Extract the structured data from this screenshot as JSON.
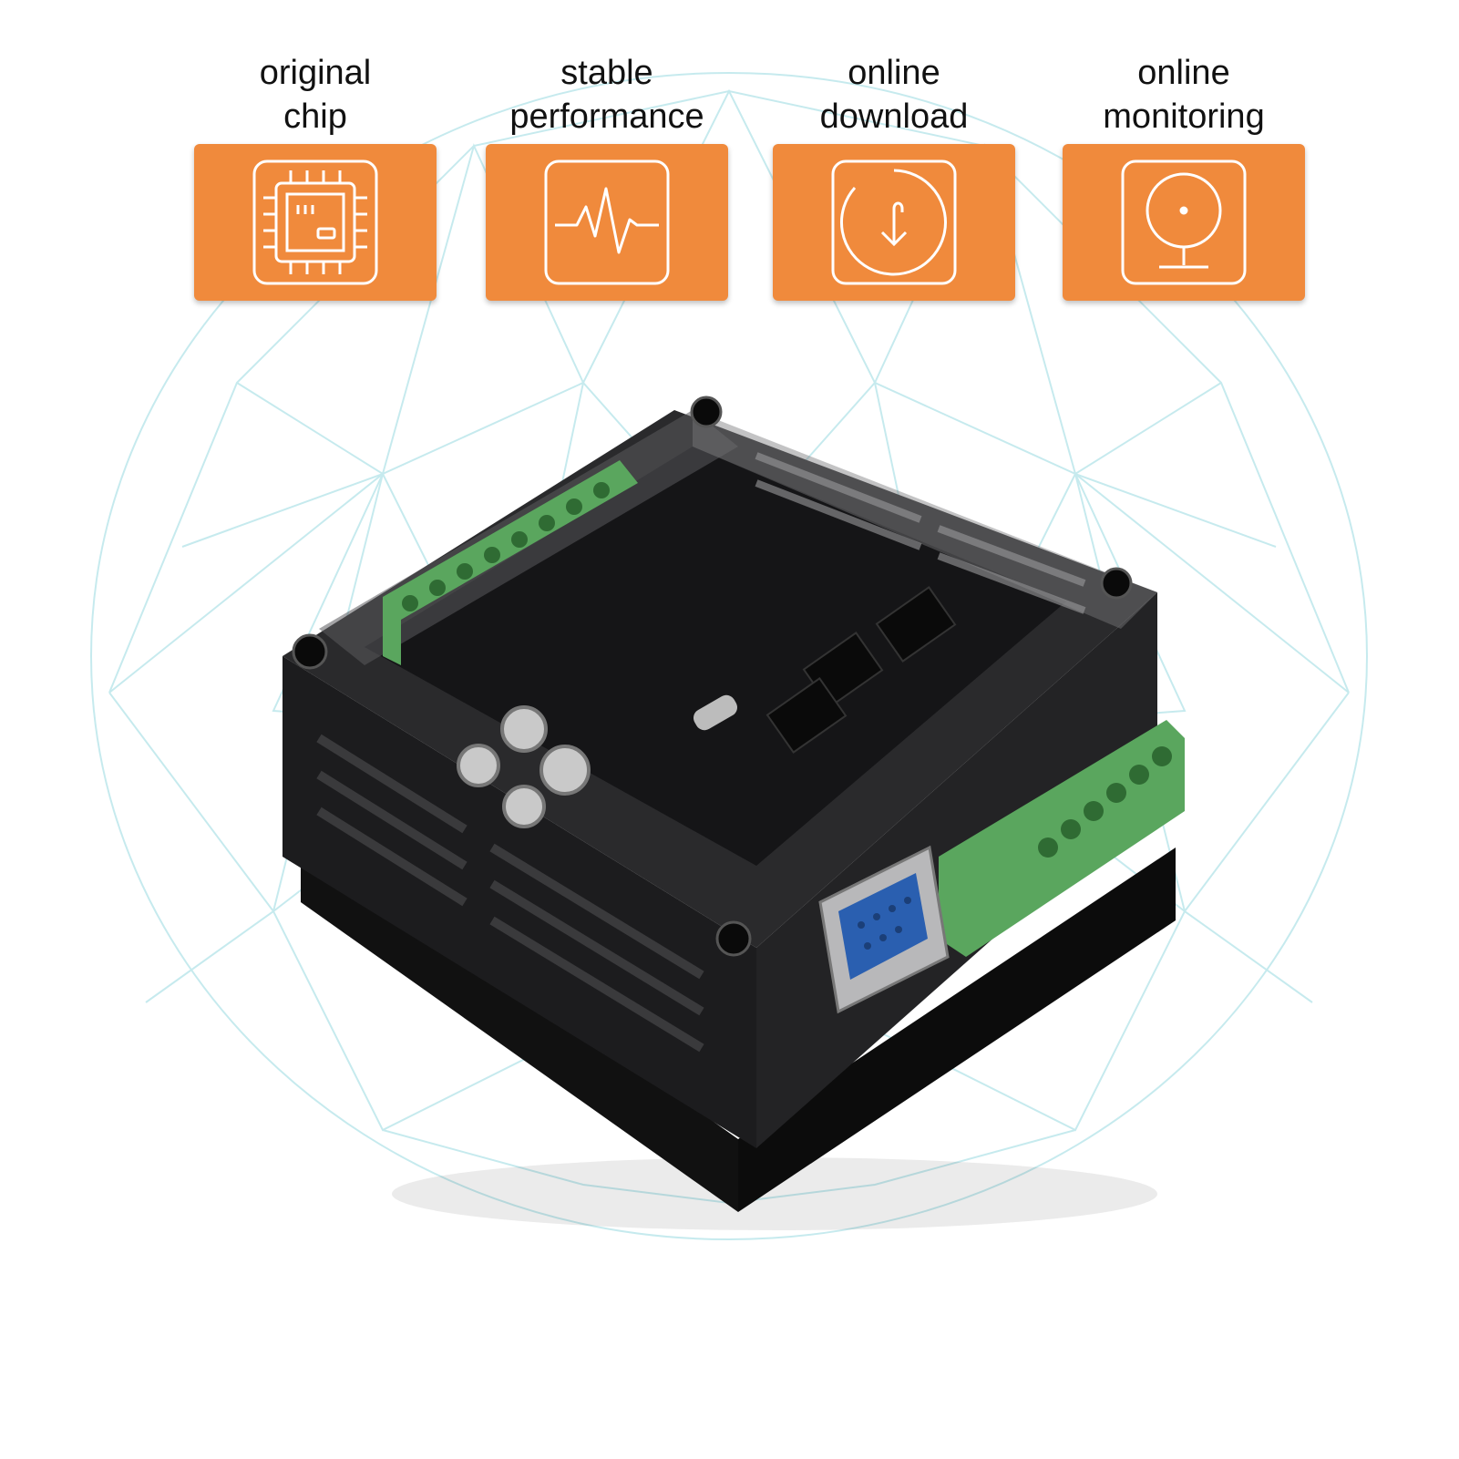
{
  "theme": {
    "tile_color": "#f08a3c",
    "icon_stroke": "#ffffff",
    "mesh_color": "#b9e6ea",
    "case_color": "#1c1c1e",
    "terminal_color": "#5aa65e",
    "serial_port_color": "#2a5fb0"
  },
  "features": [
    {
      "label": "original\nchip",
      "icon": "chip-icon"
    },
    {
      "label": "stable\nperformance",
      "icon": "heartbeat-icon"
    },
    {
      "label": "online\ndownload",
      "icon": "download-icon"
    },
    {
      "label": "online\nmonitoring",
      "icon": "monitor-icon"
    }
  ],
  "product": {
    "subject": "plc-controller-board"
  }
}
